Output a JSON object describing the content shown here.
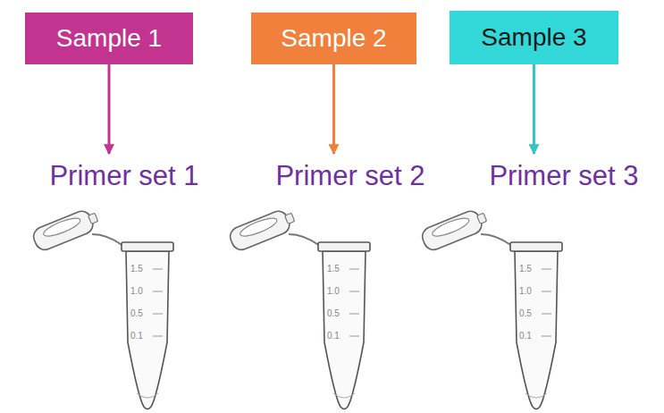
{
  "diagram": {
    "nodes": [
      {
        "text": [
          "Sample 1"
        ]
      },
      {
        "text": [
          "Sample 2"
        ]
      },
      {
        "text": [
          "Sample 3"
        ]
      },
      {
        "text": [
          "Primer set 1",
          "1.5",
          "1.0",
          "0.5",
          "0.1"
        ]
      },
      {
        "text": [
          "Primer set 2",
          "1.5",
          "1.0",
          "0.5",
          "0.1"
        ]
      },
      {
        "text": [
          "Primer set 3",
          "1.5",
          "1.0",
          "0.5",
          "0.1"
        ]
      }
    ],
    "edges": [
      {
        "from": 0,
        "to": 3,
        "arrow": "to"
      },
      {
        "from": 1,
        "to": 4,
        "arrow": "to"
      },
      {
        "from": 2,
        "to": 5,
        "arrow": "to"
      }
    ]
  }
}
